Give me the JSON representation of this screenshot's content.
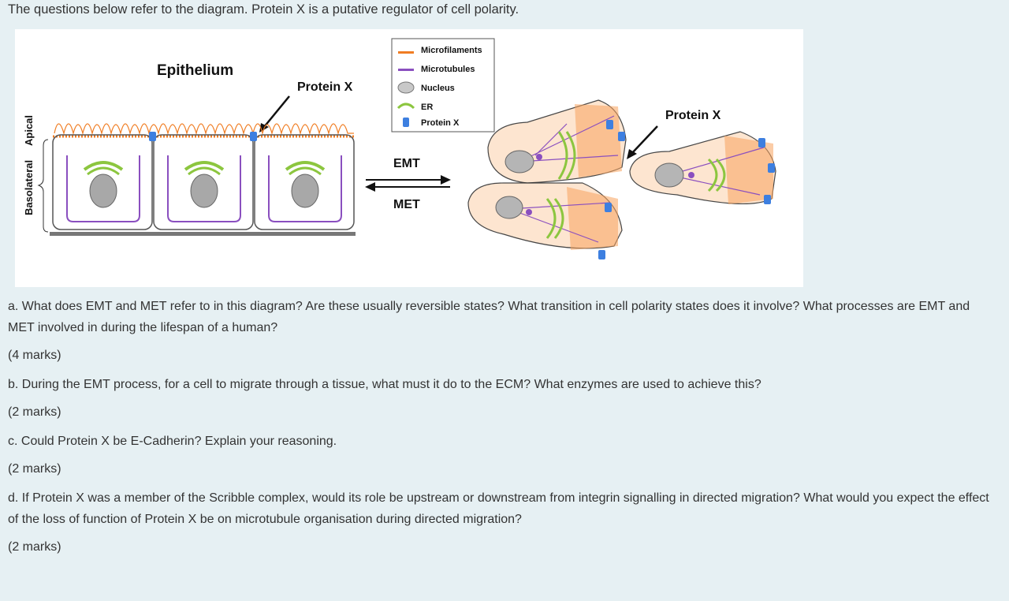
{
  "intro": "The questions below refer to the diagram. Protein X is a putative regulator of cell polarity.",
  "figure": {
    "epithelium_label": "Epithelium",
    "protein_x_label_left": "Protein X",
    "protein_x_label_right": "Protein X",
    "side_apical": "Apical",
    "side_basolateral": "Basolateral",
    "emt_label": "EMT",
    "met_label": "MET",
    "legend": [
      {
        "label": "Microfilaments",
        "symbol": "microfilament-icon",
        "color": "#f07d23"
      },
      {
        "label": "Microtubules",
        "symbol": "microtubule-icon",
        "color": "#8a4fbf"
      },
      {
        "label": "Nucleus",
        "symbol": "nucleus-icon",
        "color": "#a8a8a8"
      },
      {
        "label": "ER",
        "symbol": "er-icon",
        "color": "#8cc63f"
      },
      {
        "label": "Protein X",
        "symbol": "protein-x-icon",
        "color": "#3d7fe0"
      }
    ]
  },
  "questions": [
    {
      "text": "a. What does EMT and MET refer to in this diagram? Are these usually reversible states? What transition in cell polarity states does it involve? What processes are EMT and MET involved in during the lifespan of a human?",
      "marks": "(4 marks)"
    },
    {
      "text": "b. During the EMT process, for a cell to migrate through a tissue, what must it do to the ECM? What enzymes are used to achieve this?",
      "marks": "(2 marks)"
    },
    {
      "text": "c. Could Protein X be E-Cadherin? Explain your reasoning.",
      "marks": "(2 marks)"
    },
    {
      "text": "d. If Protein X was a member of the Scribble complex, would its role be upstream or downstream from integrin signalling in directed migration?  What would you expect the effect of the loss of function of Protein X be on microtubule organisation during directed migration?",
      "marks": "(2 marks)"
    }
  ]
}
